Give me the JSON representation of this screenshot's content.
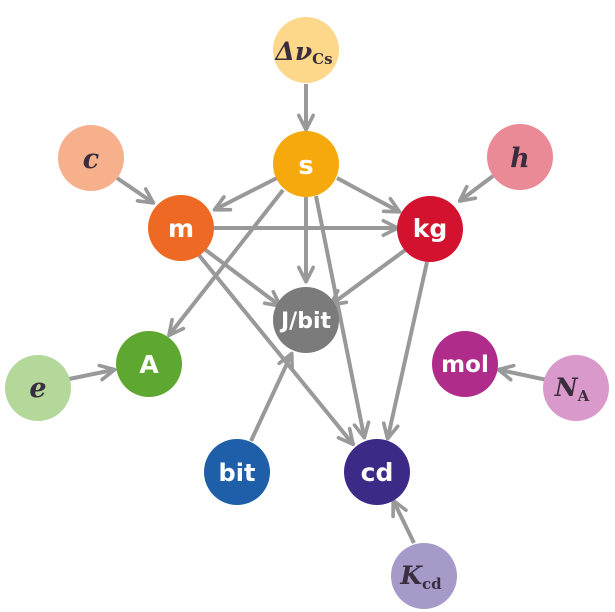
{
  "colors": {
    "edge": "#999999",
    "white": "#ffffff",
    "dark_text": "#3a2e3e"
  },
  "units": {
    "s": {
      "label": "s",
      "color": "#F5A90C"
    },
    "m": {
      "label": "m",
      "color": "#EE6A24"
    },
    "kg": {
      "label": "kg",
      "color": "#D3122F"
    },
    "jbit": {
      "label": "J/bit",
      "color": "#7B7B7B"
    },
    "A": {
      "label": "A",
      "color": "#5EA832"
    },
    "mol": {
      "label": "mol",
      "color": "#B02C8A"
    },
    "bit": {
      "label": "bit",
      "color": "#1F5FAA"
    },
    "cd": {
      "label": "cd",
      "color": "#3D2A86"
    }
  },
  "constants": {
    "dv": {
      "main": "Δν",
      "sub": "Cs",
      "color": "#FDD78A"
    },
    "c": {
      "main": "c",
      "sub": "",
      "color": "#F6B08C"
    },
    "h": {
      "main": "h",
      "sub": "",
      "color": "#E98A96"
    },
    "e": {
      "main": "e",
      "sub": "",
      "color": "#B3D89A"
    },
    "NA": {
      "main": "N",
      "sub": "A",
      "color": "#D99ACB"
    },
    "Kcd": {
      "main": "K",
      "sub": "cd",
      "color": "#A59AC8"
    }
  }
}
